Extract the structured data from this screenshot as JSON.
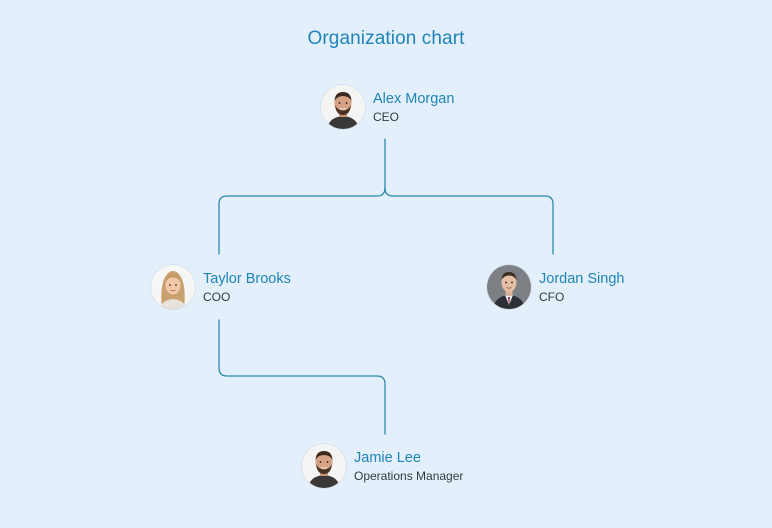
{
  "title": "Organization chart",
  "colors": {
    "background": "#e3f0fc",
    "accent": "#1f84b8",
    "connector": "#2b88b0",
    "role_text": "#333a40"
  },
  "nodes": [
    {
      "name": "Alex Morgan",
      "role": "CEO",
      "avatar": "man-beard-avatar-icon"
    },
    {
      "name": "Taylor Brooks",
      "role": "COO",
      "avatar": "woman-blonde-avatar-icon"
    },
    {
      "name": "Jordan Singh",
      "role": "CFO",
      "avatar": "man-suit-avatar-icon"
    },
    {
      "name": "Jamie Lee",
      "role": "Operations Manager",
      "avatar": "man-beard-avatar-icon"
    }
  ],
  "reports_to": [
    {
      "from": "Alex Morgan",
      "to": "Taylor Brooks"
    },
    {
      "from": "Alex Morgan",
      "to": "Jordan Singh"
    },
    {
      "from": "Taylor Brooks",
      "to": "Jamie Lee"
    }
  ]
}
